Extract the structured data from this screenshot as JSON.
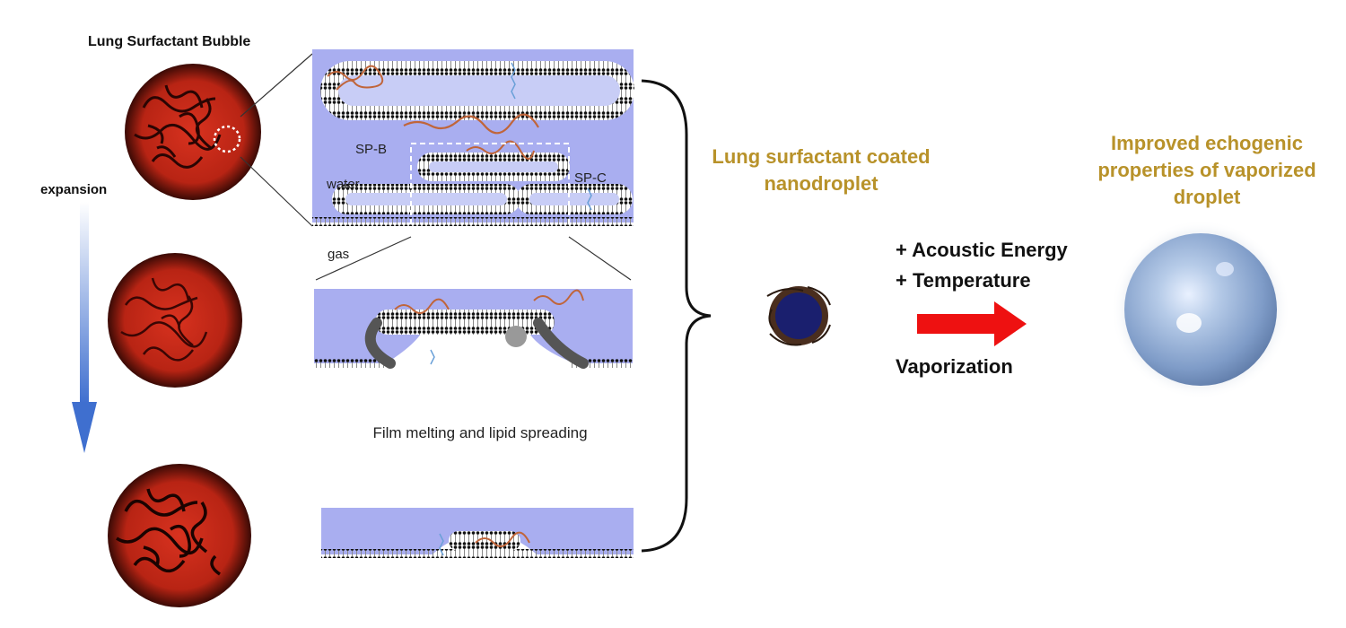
{
  "bubble_title": "Lung Surfactant Bubble",
  "expansion_label": "expansion",
  "panel_labels": {
    "spb": "SP-B",
    "spc": "SP-C",
    "water": "water",
    "gas": "gas"
  },
  "film_caption": "Film melting and lipid spreading",
  "nanodroplet_label": "Lung surfactant coated nanodroplet",
  "conditions": [
    "+ Acoustic Energy",
    "+ Temperature"
  ],
  "vaporization_label": "Vaporization",
  "result_label": "Improved echogenic properties of vaporized droplet",
  "colors": {
    "gold_text": "#b8922a",
    "water_blue": "#a9aef0",
    "bubble_red": "#c8281a",
    "arrow_red": "#ee1111",
    "expansion_arrow": "#3f6fcf",
    "droplet_core": "#1a1f6e",
    "vapor_sphere": "#9db6dc"
  }
}
